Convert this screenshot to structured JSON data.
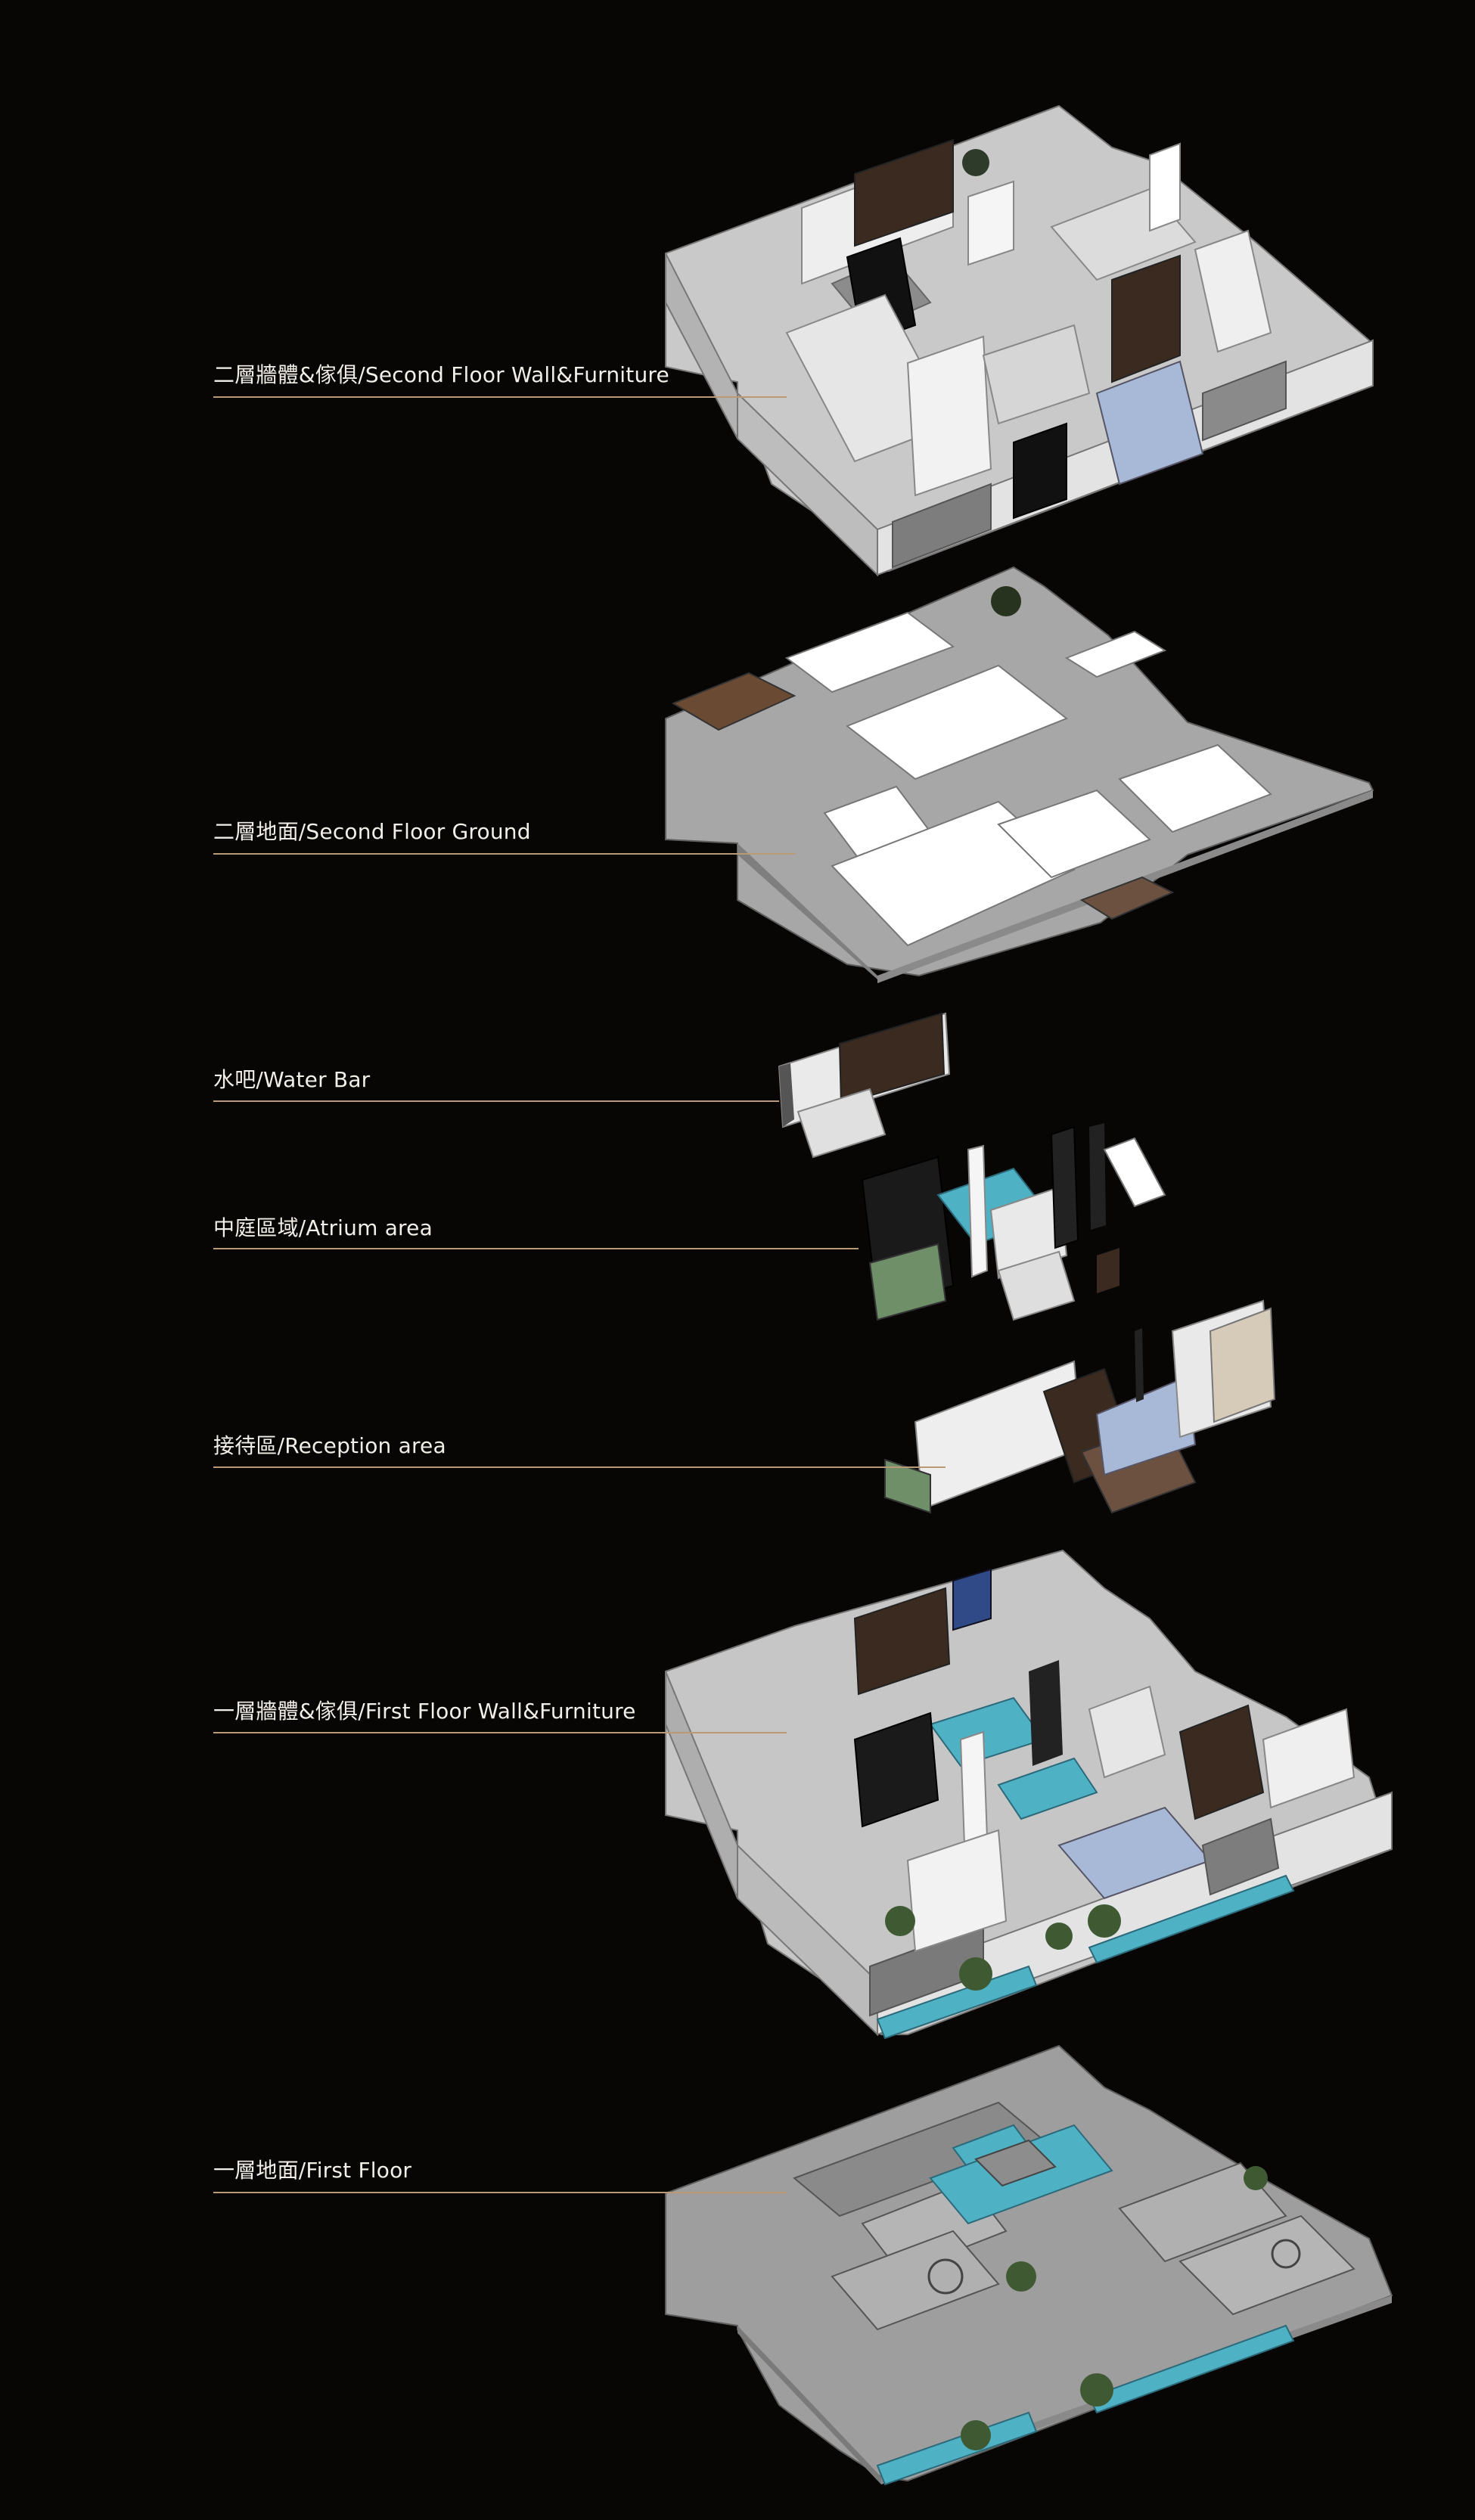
{
  "layers": [
    {
      "id": "l1",
      "label": "二層牆體&傢俱/Second Floor Wall&Furniture"
    },
    {
      "id": "l2",
      "label": "二層地面/Second Floor Ground"
    },
    {
      "id": "l3",
      "label": "水吧/Water Bar"
    },
    {
      "id": "l4",
      "label": "中庭區域/Atrium area"
    },
    {
      "id": "l5",
      "label": "接待區/Reception area"
    },
    {
      "id": "l6",
      "label": "一層牆體&傢俱/First Floor Wall&Furniture"
    },
    {
      "id": "l7",
      "label": "一層地面/First Floor"
    }
  ],
  "colors": {
    "background": "#080605",
    "wall": "#d9d9d9",
    "wall_shade": "#9a9a9a",
    "floor": "#a7a7a7",
    "floor_dark": "#6e6e6e",
    "white_slab": "#ffffff",
    "wood": "#5a3a28",
    "water": "#4fb1c4",
    "plant": "#3f5a32",
    "leader": "#b89a76",
    "text": "#f2efe9"
  }
}
